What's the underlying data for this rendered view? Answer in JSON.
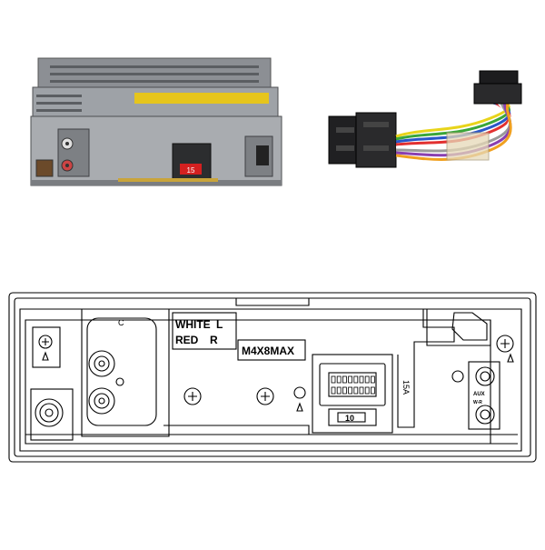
{
  "photos": {
    "head_unit": {
      "sticker_colors": {
        "label": "#e6c51c",
        "fuse": "#d42020"
      },
      "fuse_text": "15"
    },
    "harness": {
      "wire_colors": [
        "#e8d41a",
        "#3aa63a",
        "#2a56c9",
        "#e23030",
        "#ffffff",
        "#9a9a9a",
        "#8a3fb0",
        "#f0a020"
      ]
    }
  },
  "diagram": {
    "labels": {
      "white": "WHITE",
      "white_channel": "L",
      "red": "RED",
      "red_channel": "R",
      "screw_spec": "M4X8MAX",
      "rca_marker": "C",
      "fuse_value": "10",
      "fuse_marker": "15A",
      "aux_label": "AUX",
      "aux_sub": "W-R"
    }
  }
}
